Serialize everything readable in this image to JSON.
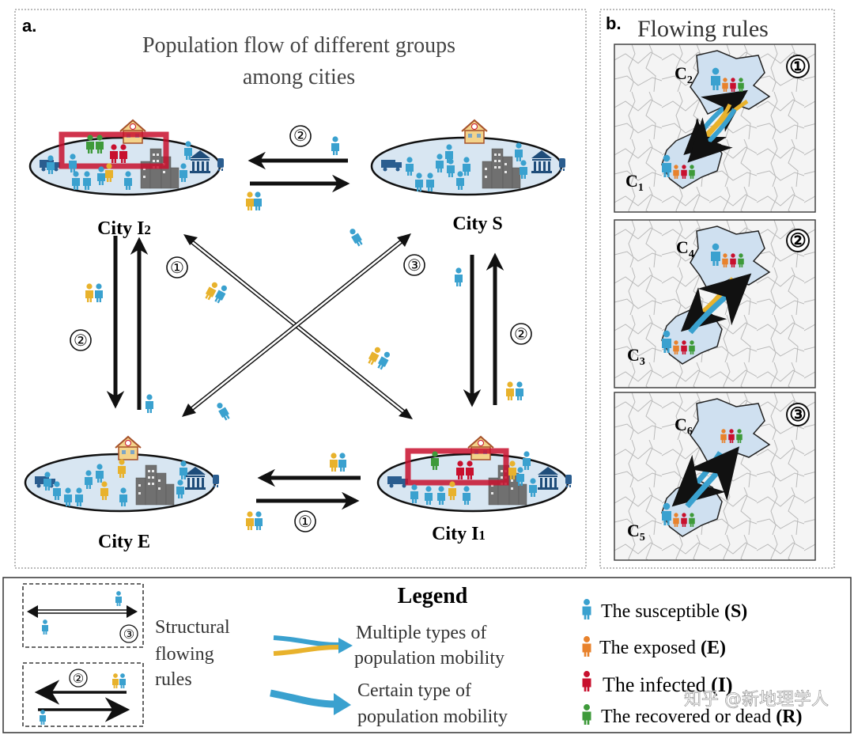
{
  "panel_a": {
    "label": "a.",
    "title_line1": "Population flow of different groups",
    "title_line2": "among cities",
    "cities": [
      {
        "key": "I2",
        "name": "City I",
        "sub": "2"
      },
      {
        "key": "S",
        "name": "City S",
        "sub": ""
      },
      {
        "key": "E",
        "name": "City E",
        "sub": ""
      },
      {
        "key": "I1",
        "name": "City I",
        "sub": "1"
      }
    ],
    "rule_marks": {
      "top": "②",
      "left": "②",
      "right": "②",
      "bottom": "①",
      "diag1": "①",
      "diag3": "③"
    }
  },
  "panel_b": {
    "label": "b.",
    "title": "Flowing rules",
    "maps": [
      {
        "mark": "①",
        "upper": "C",
        "upper_sub": "2",
        "lower": "C",
        "lower_sub": "1"
      },
      {
        "mark": "②",
        "upper": "C",
        "upper_sub": "4",
        "lower": "C",
        "lower_sub": "3"
      },
      {
        "mark": "③",
        "upper": "C",
        "upper_sub": "6",
        "lower": "C",
        "lower_sub": "5"
      }
    ]
  },
  "legend": {
    "title": "Legend",
    "box1_mark": "③",
    "box2_mark": "②",
    "structural_l1": "Structural",
    "structural_l2": "flowing",
    "structural_l3": "rules",
    "multi_l1": "Multiple types of",
    "multi_l2": "population mobility",
    "certain_l1": "Certain type of",
    "certain_l2": "population mobility",
    "groups": [
      {
        "text": "The susceptible ",
        "code": "(S)",
        "color": "#3aa1cf"
      },
      {
        "text": "The exposed ",
        "code": "(E)",
        "color": "#e8822c"
      },
      {
        "text": "The infected ",
        "code": "(I)",
        "color": "#c8102e"
      },
      {
        "text": "The recovered or dead ",
        "code": "(R)",
        "color": "#3e9a3a"
      }
    ],
    "watermark": "知乎 @新地理学人"
  },
  "colors": {
    "susceptible": "#3aa1cf",
    "exposed": "#e8822c",
    "infected": "#c8102e",
    "recovered": "#3e9a3a",
    "yellow_person": "#e8b22c",
    "ellipse_fill": "#d8e6f2",
    "map_fill": "#cfe0f0"
  }
}
